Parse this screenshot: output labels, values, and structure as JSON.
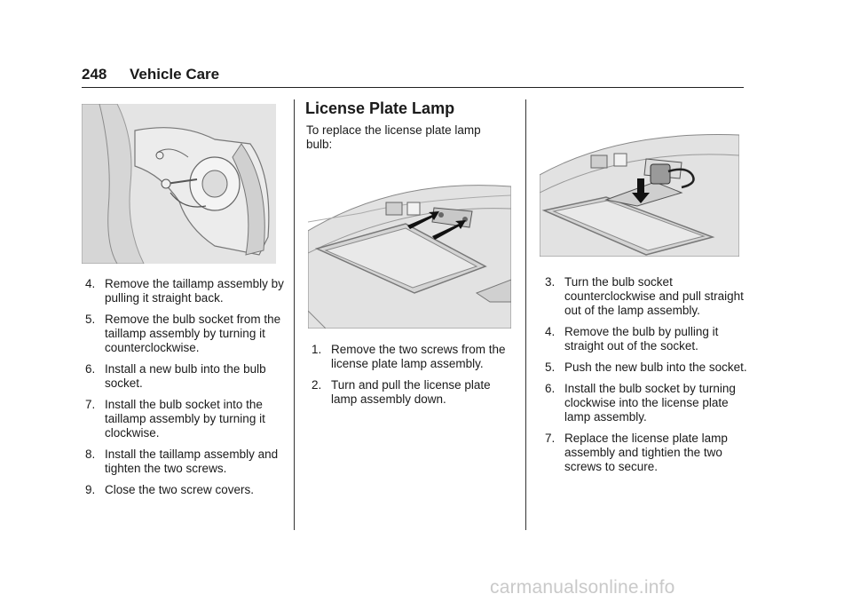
{
  "header": {
    "page_number": "248",
    "section": "Vehicle Care"
  },
  "column1": {
    "steps": [
      {
        "num": "4.",
        "text": "Remove the taillamp assembly by pulling it straight back."
      },
      {
        "num": "5.",
        "text": "Remove the bulb socket from the taillamp assembly by turning it counterclockwise."
      },
      {
        "num": "6.",
        "text": "Install a new bulb into the bulb socket."
      },
      {
        "num": "7.",
        "text": "Install the bulb socket into the taillamp assembly by turning it clockwise."
      },
      {
        "num": "8.",
        "text": "Install the taillamp assembly and tighten the two screws."
      },
      {
        "num": "9.",
        "text": "Close the two screw covers."
      }
    ]
  },
  "column2": {
    "heading": "License Plate Lamp",
    "intro": "To replace the license plate lamp bulb:",
    "steps": [
      {
        "num": "1.",
        "text": "Remove the two screws from the license plate lamp assembly."
      },
      {
        "num": "2.",
        "text": "Turn and pull the license plate lamp assembly down."
      }
    ]
  },
  "column3": {
    "steps": [
      {
        "num": "3.",
        "text": "Turn the bulb socket counterclockwise and pull straight out of the lamp assembly."
      },
      {
        "num": "4.",
        "text": "Remove the bulb by pulling it straight out of the socket."
      },
      {
        "num": "5.",
        "text": "Push the new bulb into the socket."
      },
      {
        "num": "6.",
        "text": "Install the bulb socket by turning clockwise into the license plate lamp assembly."
      },
      {
        "num": "7.",
        "text": "Replace the license plate lamp assembly and tightien the two screws to secure."
      }
    ]
  },
  "watermark": "carmanualsonline.info"
}
